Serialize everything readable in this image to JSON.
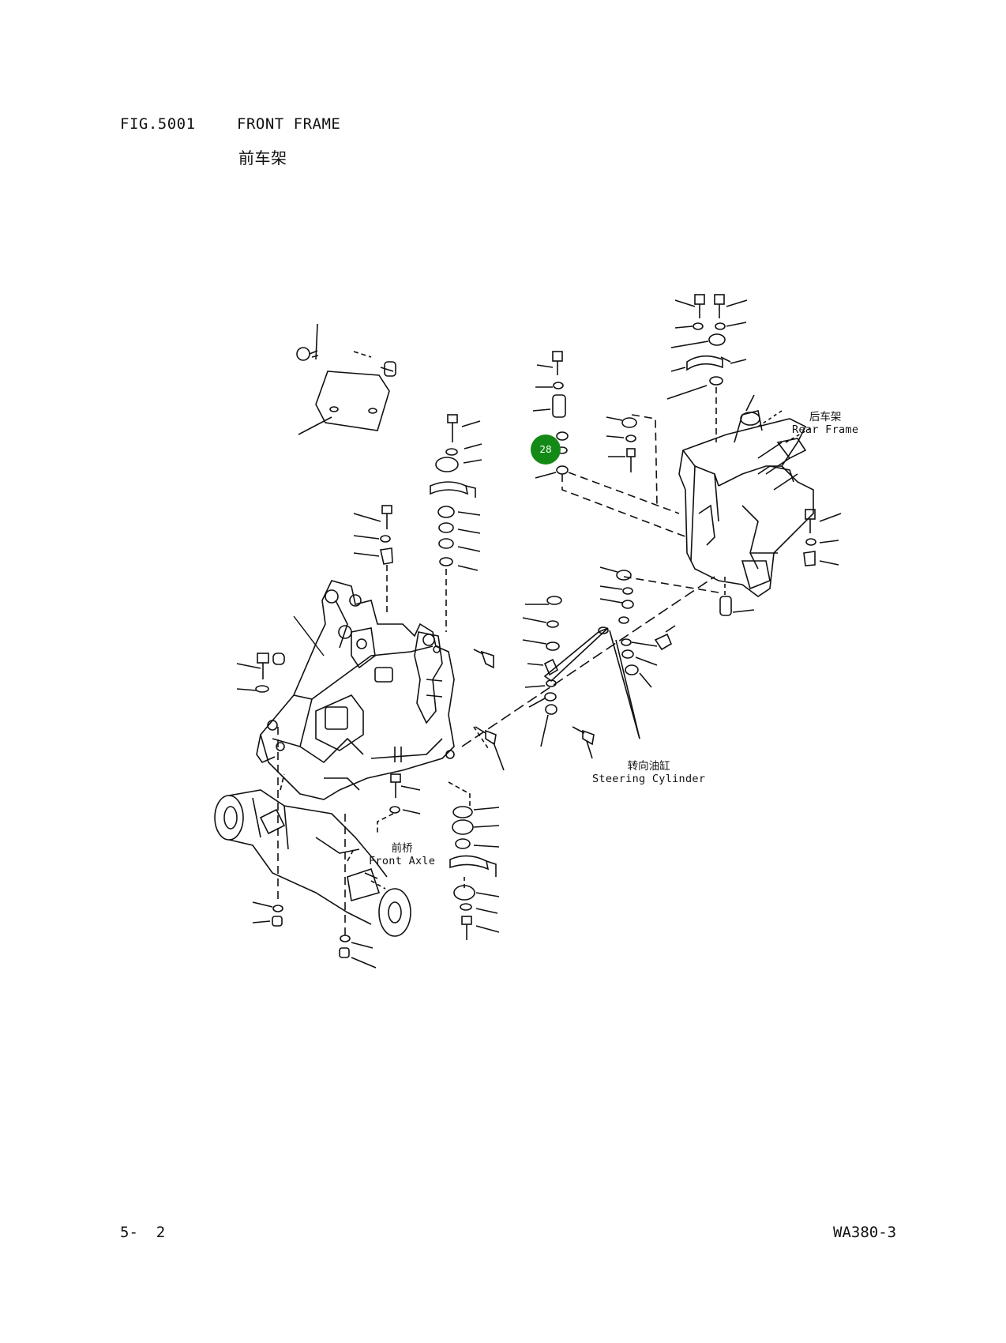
{
  "header": {
    "fig_number": "FIG.5001",
    "title": "FRONT FRAME",
    "title_cn": "前车架"
  },
  "labels": {
    "rear_frame": {
      "cn": "后车架",
      "en": "Rear Frame"
    },
    "steering_cylinder": {
      "cn": "转向油缸",
      "en": "Steering Cylinder"
    },
    "front_axle": {
      "cn": "前桥",
      "en": "Front Axle"
    }
  },
  "hotspot": {
    "number": "28",
    "color": "#138a16"
  },
  "footer": {
    "page": "5-  2",
    "model": "WA380-3"
  }
}
